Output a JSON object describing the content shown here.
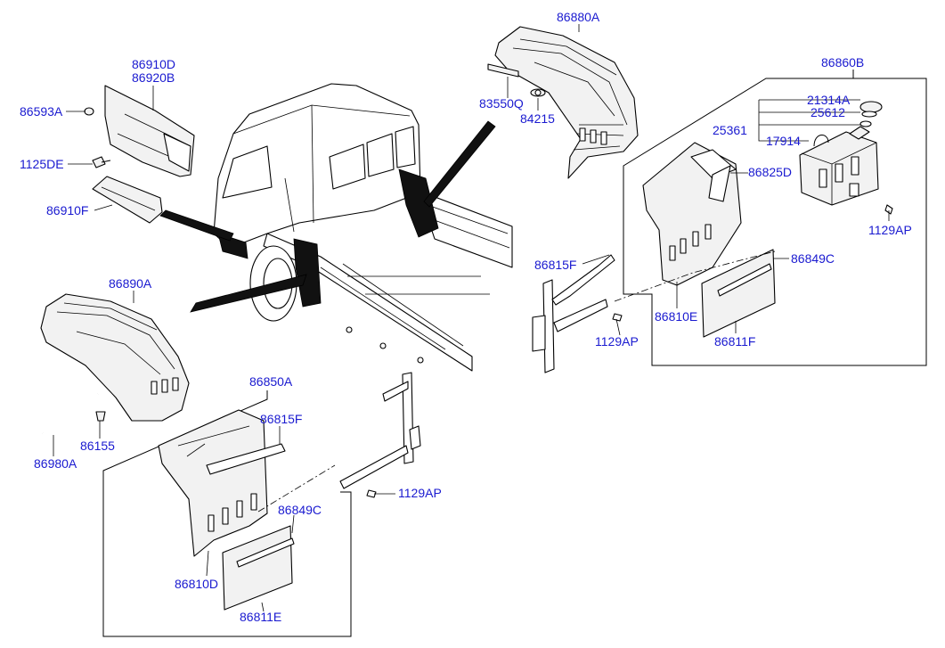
{
  "labels": {
    "p86880A": "86880A",
    "p86860B": "86860B",
    "p83550Q": "83550Q",
    "p84215": "84215",
    "p21314A": "21314A",
    "p25612": "25612",
    "p25361": "25361",
    "p17914": "17914",
    "p86825D": "86825D",
    "p1129AP_right": "1129AP",
    "p86815F_right": "86815F",
    "p86849C_right": "86849C",
    "p86810E": "86810E",
    "p1129AP_mid": "1129AP",
    "p86811F": "86811F",
    "p86910D": "86910D",
    "p86920B": "86920B",
    "p86593A": "86593A",
    "p1125DE": "1125DE",
    "p86910F": "86910F",
    "p86890A": "86890A",
    "p86980A": "86980A",
    "p86155": "86155",
    "p86850A": "86850A",
    "p86815F_left": "86815F",
    "p1129AP_left": "1129AP",
    "p86849C_left": "86849C",
    "p86810D": "86810D",
    "p86811E": "86811E"
  }
}
